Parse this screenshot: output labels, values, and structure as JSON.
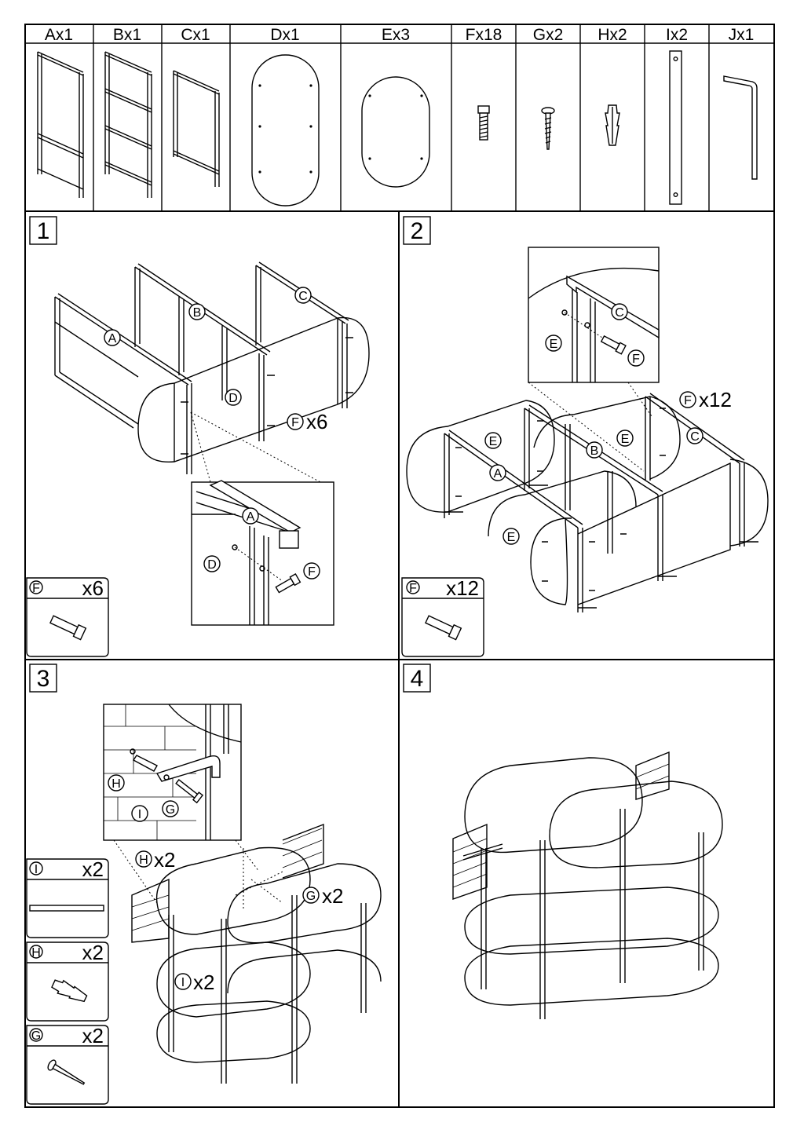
{
  "parts_header": [
    {
      "id": "A",
      "label": "Ax1"
    },
    {
      "id": "B",
      "label": "Bx1"
    },
    {
      "id": "C",
      "label": "Cx1"
    },
    {
      "id": "D",
      "label": "Dx1"
    },
    {
      "id": "E",
      "label": "Ex3"
    },
    {
      "id": "F",
      "label": "Fx18"
    },
    {
      "id": "G",
      "label": "Gx2"
    },
    {
      "id": "H",
      "label": "Hx2"
    },
    {
      "id": "I",
      "label": "Ix2"
    },
    {
      "id": "J",
      "label": "Jx1"
    }
  ],
  "steps": {
    "s1": {
      "number": "1",
      "callouts": {
        "a": "A",
        "b": "B",
        "c": "C",
        "d": "D",
        "f": "F",
        "f_qty": "x6"
      },
      "detail": {
        "a": "A",
        "d": "D",
        "f": "F"
      },
      "hardware": {
        "letter": "F",
        "qty": "x6"
      }
    },
    "s2": {
      "number": "2",
      "callouts": {
        "a": "A",
        "b": "B",
        "c": "C",
        "e1": "E",
        "e2": "E",
        "e3": "E",
        "f": "F",
        "f_qty": "x12"
      },
      "detail": {
        "c": "C",
        "e": "E",
        "f": "F"
      },
      "hardware": {
        "letter": "F",
        "qty": "x12"
      }
    },
    "s3": {
      "number": "3",
      "callouts": {
        "h": "H",
        "h_qty": "x2",
        "g": "G",
        "g_qty": "x2",
        "i": "I",
        "i_qty": "x2"
      },
      "detail": {
        "h": "H",
        "i": "I",
        "g": "G"
      },
      "hardware": [
        {
          "letter": "I",
          "qty": "x2"
        },
        {
          "letter": "H",
          "qty": "x2"
        },
        {
          "letter": "G",
          "qty": "x2"
        }
      ]
    },
    "s4": {
      "number": "4"
    }
  }
}
